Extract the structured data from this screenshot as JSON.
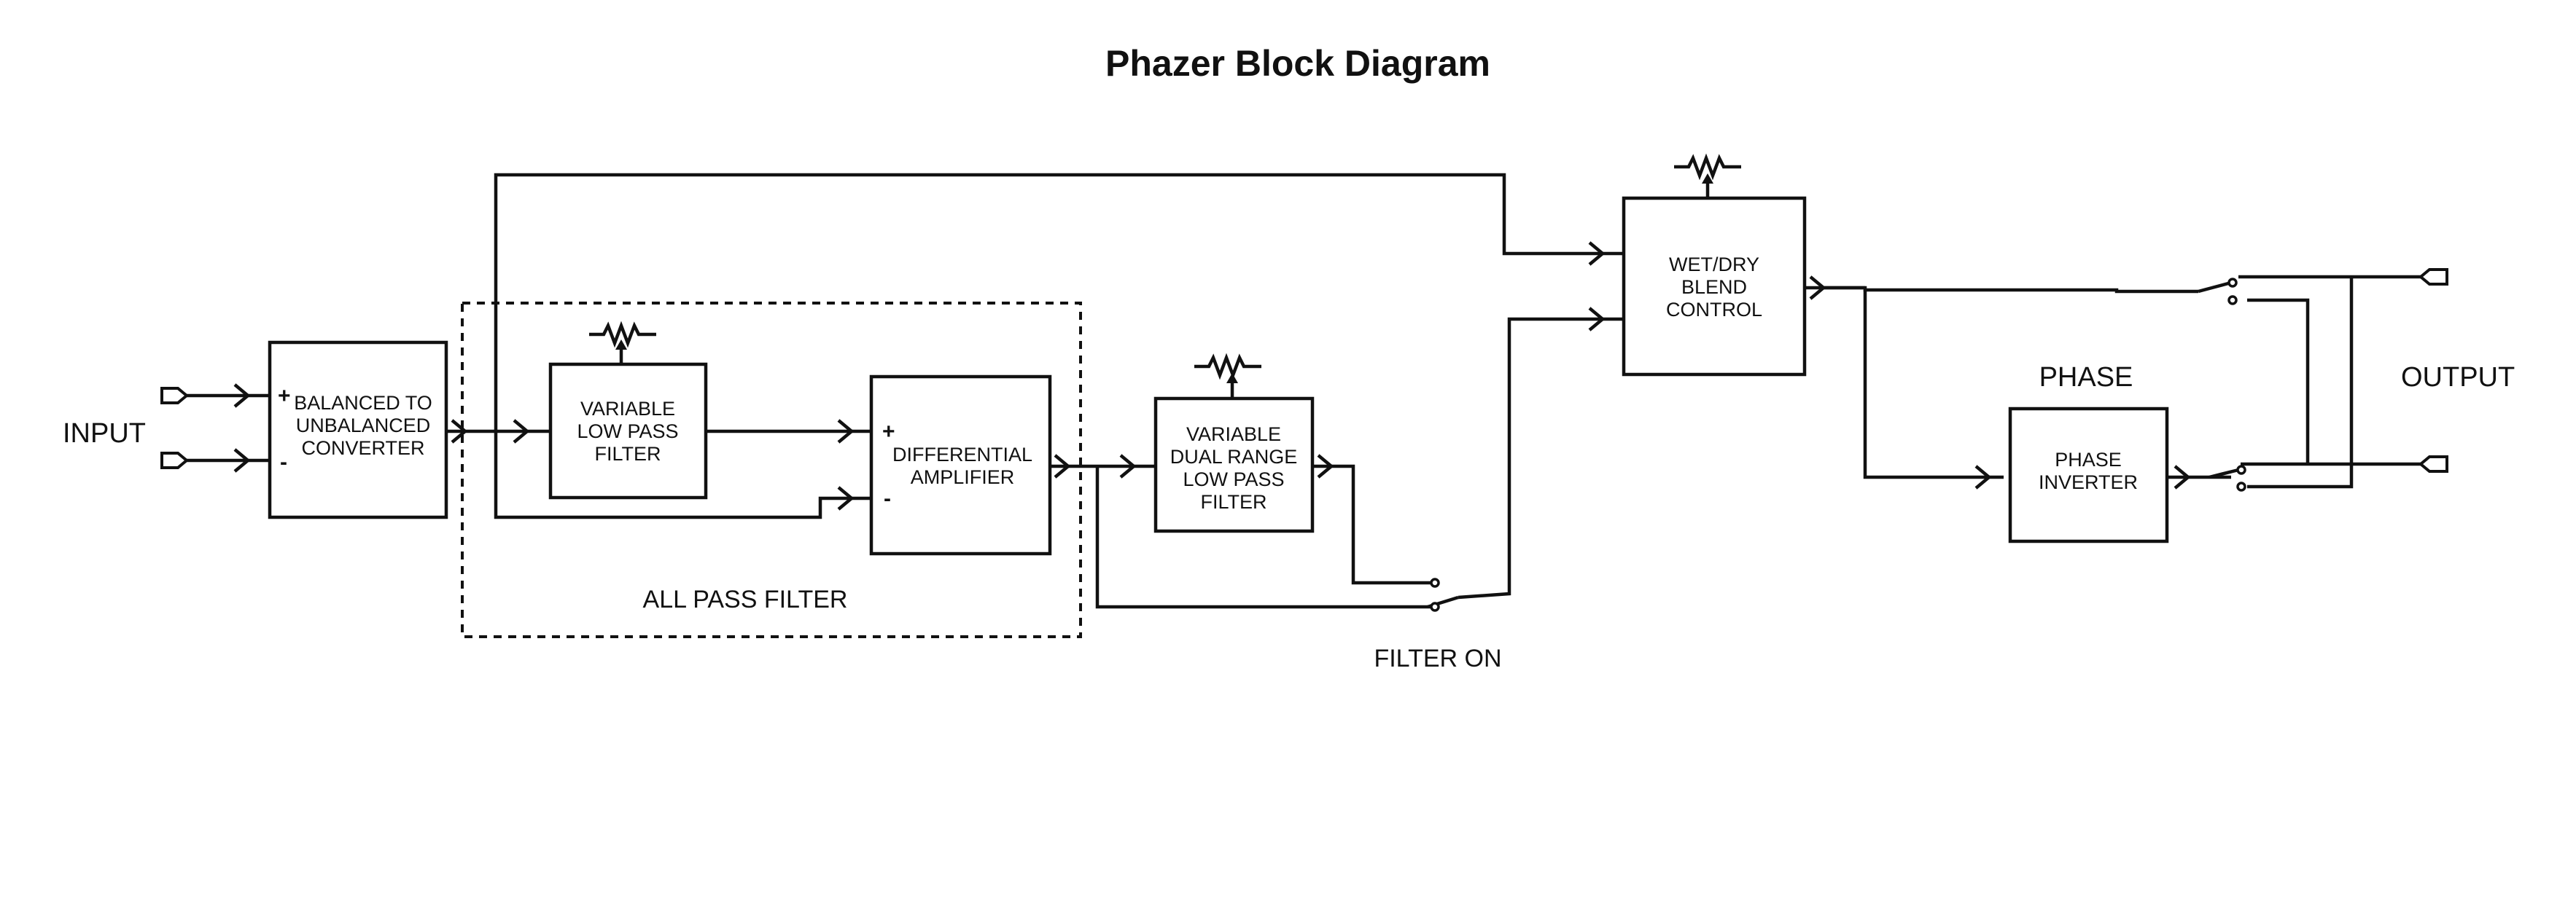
{
  "title": "Phazer Block Diagram",
  "labels": {
    "input": "INPUT",
    "output": "OUTPUT",
    "phase": "PHASE",
    "filter_on": "FILTER ON",
    "all_pass_filter": "ALL PASS FILTER"
  },
  "blocks": {
    "balanced": [
      "BALANCED TO",
      "UNBALANCED",
      "CONVERTER"
    ],
    "vlpf": [
      "VARIABLE",
      "LOW PASS",
      "FILTER"
    ],
    "diffamp": [
      "DIFFERENTIAL",
      "AMPLIFIER"
    ],
    "dual": [
      "VARIABLE",
      "DUAL RANGE",
      "LOW PASS",
      "FILTER"
    ],
    "wetdry": [
      "WET/DRY",
      "BLEND",
      "CONTROL"
    ],
    "inverter": [
      "PHASE",
      "INVERTER"
    ]
  },
  "signs": {
    "plus": "+",
    "minus": "-"
  }
}
